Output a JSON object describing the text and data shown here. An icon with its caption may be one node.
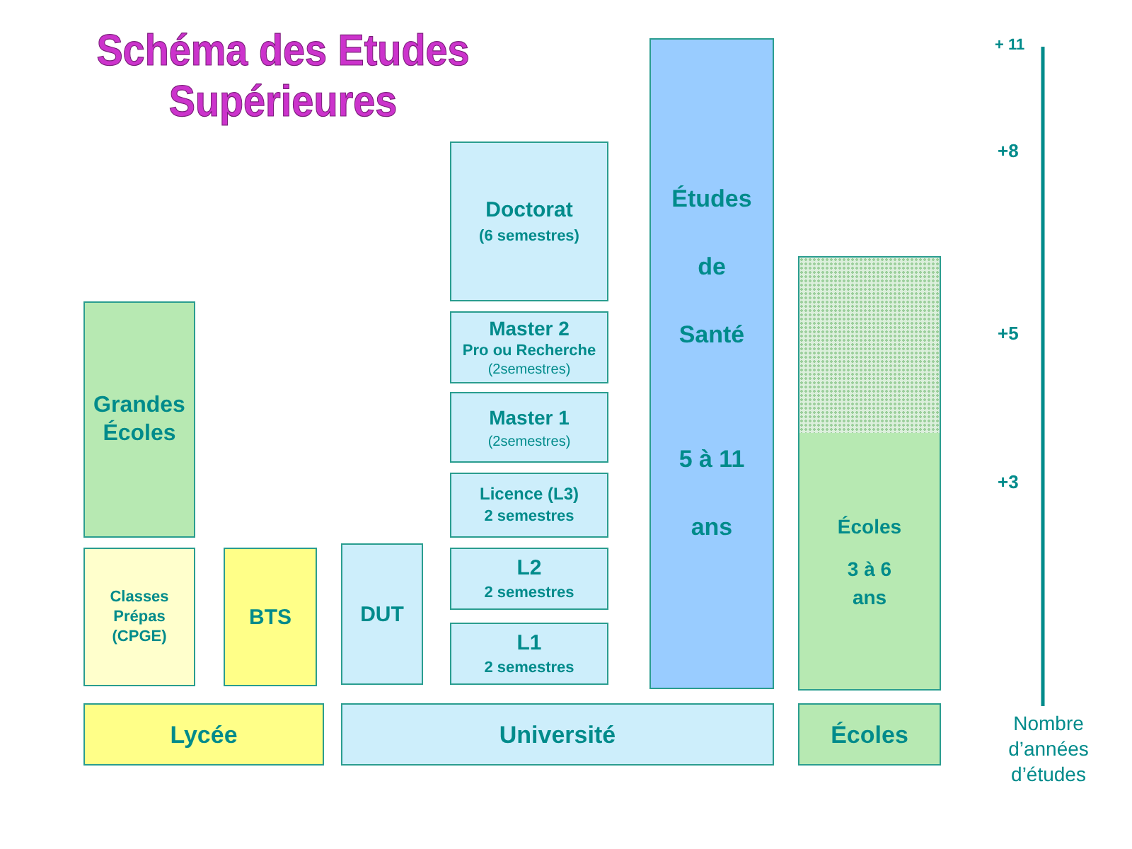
{
  "diagram": {
    "title": "Schéma des Etudes Supérieures",
    "nodes": [
      {
        "text": [
          "Études de Santé",
          "5 à 11 ans"
        ]
      },
      {
        "text": [
          "Doctorat",
          "(6 semestres)"
        ]
      },
      {
        "text": [],
        "shape": "box"
      },
      {
        "text": [
          "Grandes Écoles"
        ]
      },
      {
        "text": [
          "Master 2",
          "Pro ou Recherche",
          "(2semestres)"
        ]
      },
      {
        "text": [
          "Master 1",
          "(2semestres)"
        ]
      },
      {
        "text": [
          "Écoles",
          "3 à 6 ans"
        ]
      },
      {
        "text": [
          "Licence (L3)",
          "2 semestres"
        ]
      },
      {
        "text": [
          "Classes Prépas (CPGE)"
        ]
      },
      {
        "text": [
          "BTS"
        ]
      },
      {
        "text": [
          "DUT"
        ]
      },
      {
        "text": [
          "L2",
          "2 semestres"
        ]
      },
      {
        "text": [
          "L1",
          "2 semestres"
        ]
      },
      {
        "text": [
          "Lycée"
        ]
      },
      {
        "text": [
          "Université"
        ]
      },
      {
        "text": [
          "Écoles"
        ]
      }
    ],
    "labels": [
      "+ 11",
      "+8",
      "+5",
      "+3",
      "Nombre d’années d’études"
    ]
  }
}
